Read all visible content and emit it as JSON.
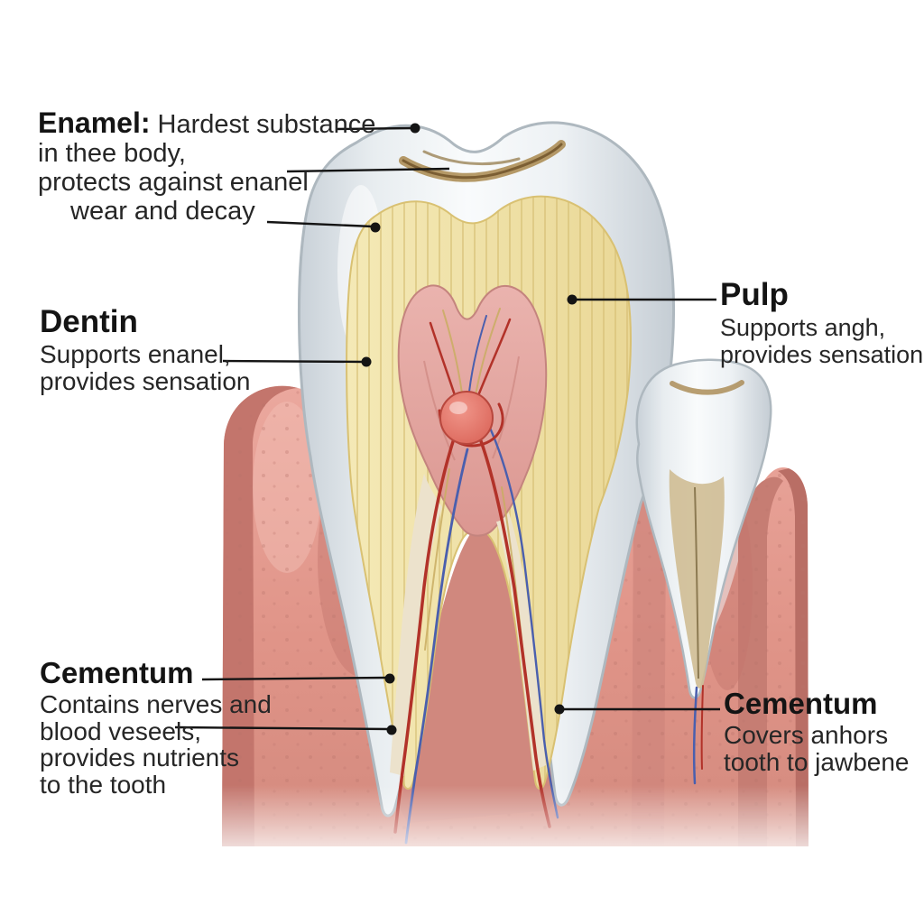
{
  "figure": {
    "subject": "Tooth anatomy cross-section diagram",
    "type": "medical-illustration"
  },
  "labels": {
    "enamel": {
      "term": "Enamel:",
      "lines": [
        "Hardest substance",
        "in thee body,",
        "protects against enanel",
        "wear and decay"
      ]
    },
    "dentin": {
      "term": "Dentin",
      "lines": [
        "Supports enanel,",
        "provides sensation"
      ]
    },
    "pulp": {
      "term": "Pulp",
      "lines": [
        "Supports angh,",
        "provides sensation"
      ]
    },
    "cementum_left": {
      "term": "Cementum",
      "lines": [
        "Contains nerves and",
        "blood veseels,",
        "provides nutrients",
        "to the tooth"
      ]
    },
    "cementum_right": {
      "term": "Cementum",
      "lines": [
        "Covers anhors",
        "tooth to jawbene"
      ]
    }
  },
  "colors": {
    "enamel": "#eef2f4",
    "dentin": "#f0e2a4",
    "pulp": "#e3a29c",
    "gum": "#e29a8e",
    "gum_dark": "#c3756c",
    "vessel_red": "#b23229",
    "vessel_blue": "#4a5fae",
    "pulp_bulb": "#d95f53",
    "leader_line": "#141414",
    "background": "#ffffff"
  }
}
